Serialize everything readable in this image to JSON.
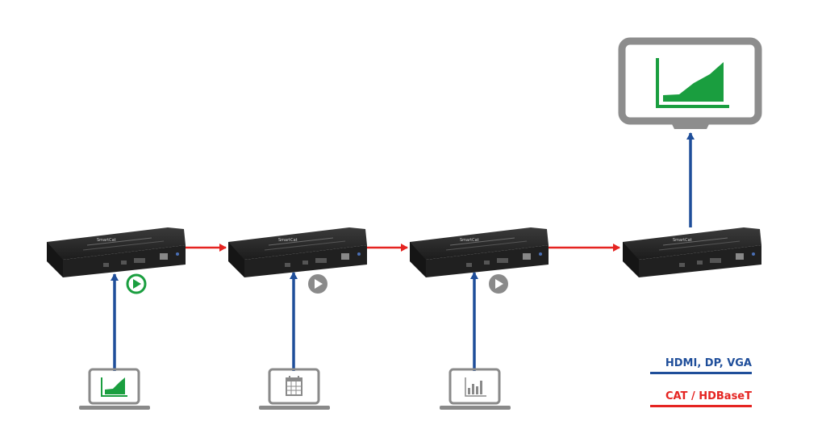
{
  "legend": {
    "video": {
      "label": "HDMI, DP, VGA",
      "color": "#1f4e9a"
    },
    "cat": {
      "label": "CAT / HDBaseT",
      "color": "#e52421"
    }
  },
  "device": {
    "brand_label": "SmartCat"
  },
  "colors": {
    "video_link": "#1f4e9a",
    "cat_link": "#e52421",
    "active_play": "#1a9e3f",
    "inactive_play": "#8a8a8a",
    "screen_content": "#1a9e3f",
    "monitor_frame": "#8d8d8d",
    "laptop_frame": "#8a8a8a",
    "device_body": "#2b2b2b"
  },
  "sources": [
    {
      "icon": "area-chart-icon",
      "active": true
    },
    {
      "icon": "calendar-icon",
      "active": false
    },
    {
      "icon": "bar-chart-icon",
      "active": false
    }
  ],
  "display": {
    "icon": "area-chart-icon"
  }
}
